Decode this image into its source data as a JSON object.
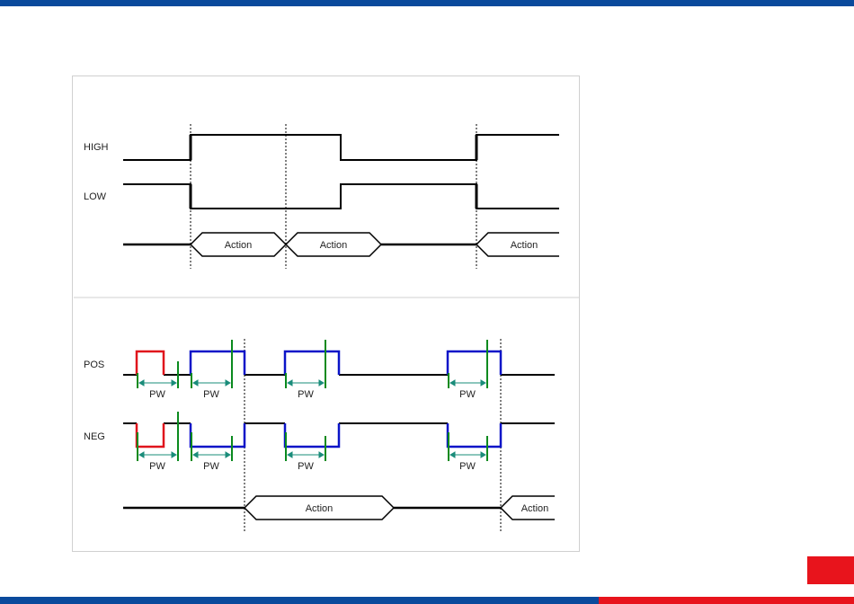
{
  "colors": {
    "brand_blue": "#0a4a9c",
    "brand_red": "#e8141c",
    "frame_border": "#d0d0d0",
    "signal_black": "#000000",
    "pulse_red": "#e0141c",
    "pulse_blue": "#0a14c8",
    "marker_green": "#0a8a1e",
    "pw_arrow": "#1a8c7a"
  },
  "diagram": {
    "level_mode": {
      "high_label": "HIGH",
      "low_label": "LOW",
      "actions": [
        "Action",
        "Action",
        "Action"
      ]
    },
    "pulse_mode": {
      "pos_label": "POS",
      "neg_label": "NEG",
      "pos_pw_labels": [
        "PW",
        "PW",
        "PW",
        "PW"
      ],
      "neg_pw_labels": [
        "PW",
        "PW",
        "PW",
        "PW"
      ],
      "actions": [
        "Action",
        "Action"
      ]
    }
  }
}
